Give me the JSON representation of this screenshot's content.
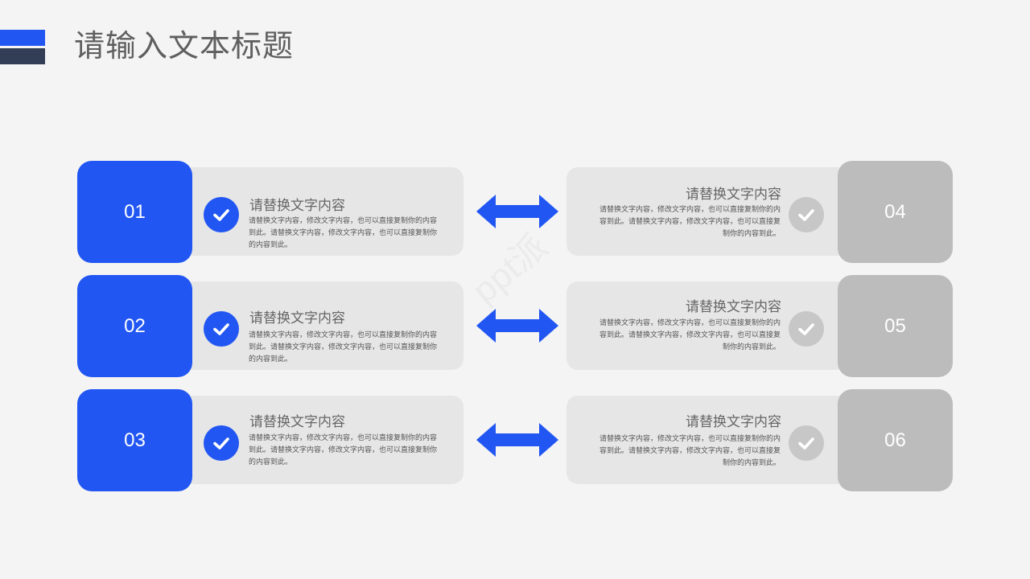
{
  "title": "请输入文本标题",
  "colors": {
    "accent": "#2156f3",
    "dark": "#323e55",
    "gray": "#bcbcbc",
    "panel": "#e6e6e6"
  },
  "left_items": [
    {
      "number": "01",
      "heading": "请替换文字内容",
      "body": "请替换文字内容，修改文字内容，也可以直接复制你的内容到此。请替换文字内容，修改文字内容，也可以直接复制你的内容到此。"
    },
    {
      "number": "02",
      "heading": "请替换文字内容",
      "body": "请替换文字内容，修改文字内容，也可以直接复制你的内容到此。请替换文字内容，修改文字内容，也可以直接复制你的内容到此。"
    },
    {
      "number": "03",
      "heading": "请替换文字内容",
      "body": "请替换文字内容，修改文字内容，也可以直接复制你的内容到此。请替换文字内容，修改文字内容，也可以直接复制你的内容到此。"
    }
  ],
  "right_items": [
    {
      "number": "04",
      "heading": "请替换文字内容",
      "body": "请替换文字内容，修改文字内容，也可以直接复制你的内容到此。请替换文字内容，修改文字内容，也可以直接复制你的内容到此。"
    },
    {
      "number": "05",
      "heading": "请替换文字内容",
      "body": "请替换文字内容，修改文字内容，也可以直接复制你的内容到此。请替换文字内容，修改文字内容，也可以直接复制你的内容到此。"
    },
    {
      "number": "06",
      "heading": "请替换文字内容",
      "body": "请替换文字内容，修改文字内容，也可以直接复制你的内容到此。请替换文字内容，修改文字内容，也可以直接复制你的内容到此。"
    }
  ],
  "icons": {
    "check": "check-circle-icon",
    "arrow": "double-arrow-icon"
  },
  "watermark": "ppt派"
}
